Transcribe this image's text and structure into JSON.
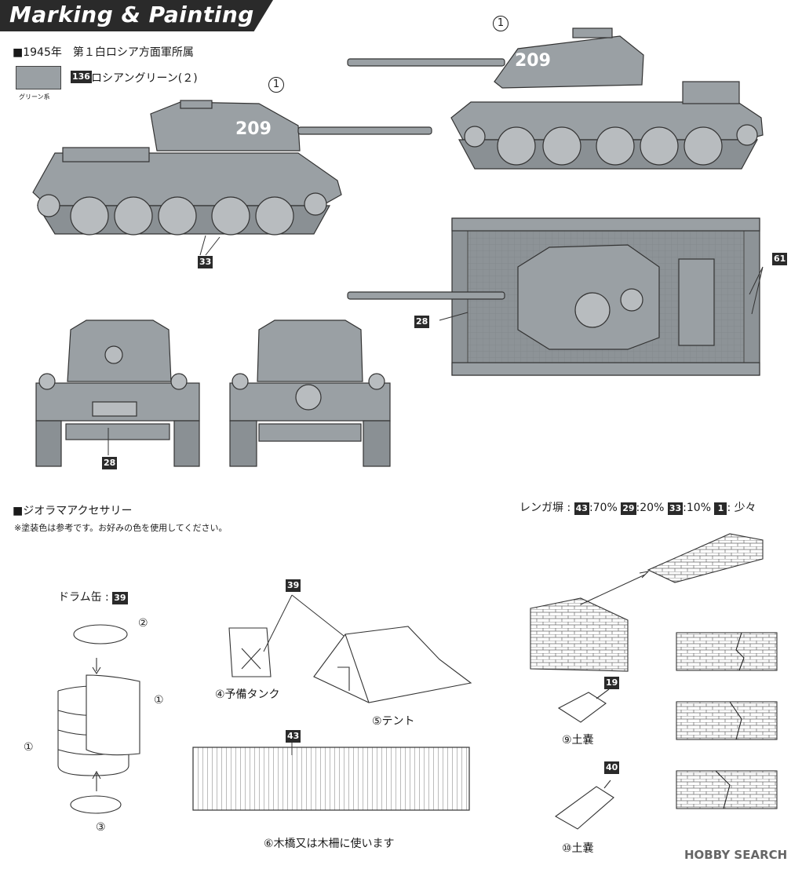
{
  "header": {
    "title": "Marking & Painting"
  },
  "marking": {
    "heading": "■1945年　第１白ロシア方面軍所属",
    "swatch_color": "#9aa0a4",
    "paint_code": "136",
    "paint_name": "ロシアングリーン(２)",
    "swatch_caption": "グリーン系"
  },
  "tanks": {
    "turret_number": "209",
    "decal_ref": "1",
    "track_code": "33",
    "hatch_code": "28",
    "top_code_left": "28",
    "top_code_right": "61"
  },
  "diorama": {
    "heading": "■ジオラマアクセサリー",
    "note": "※塗装色は参考です。お好みの色を使用してください。",
    "brick_label": "レンガ塀 :",
    "brick_mix": [
      {
        "code": "43",
        "amount": ":70%"
      },
      {
        "code": "29",
        "amount": ":20%"
      },
      {
        "code": "33",
        "amount": ":10%"
      },
      {
        "code": "1",
        "amount": ": 少々"
      }
    ],
    "drum_label": "ドラム缶 :",
    "drum_code": "39",
    "drum_parts": [
      "②",
      "①",
      "①",
      "③"
    ],
    "tent_code": "39",
    "jerrycan_label": "④予備タンク",
    "tent_label": "⑤テント",
    "plank_code": "43",
    "plank_label": "⑥木橋又は木柵に使います",
    "sandbag1_code": "19",
    "sandbag1_label": "⑨土嚢",
    "sandbag2_code": "40",
    "sandbag2_label": "⑩土嚢"
  },
  "watermark": {
    "text": "HOBBY SEARCH"
  }
}
